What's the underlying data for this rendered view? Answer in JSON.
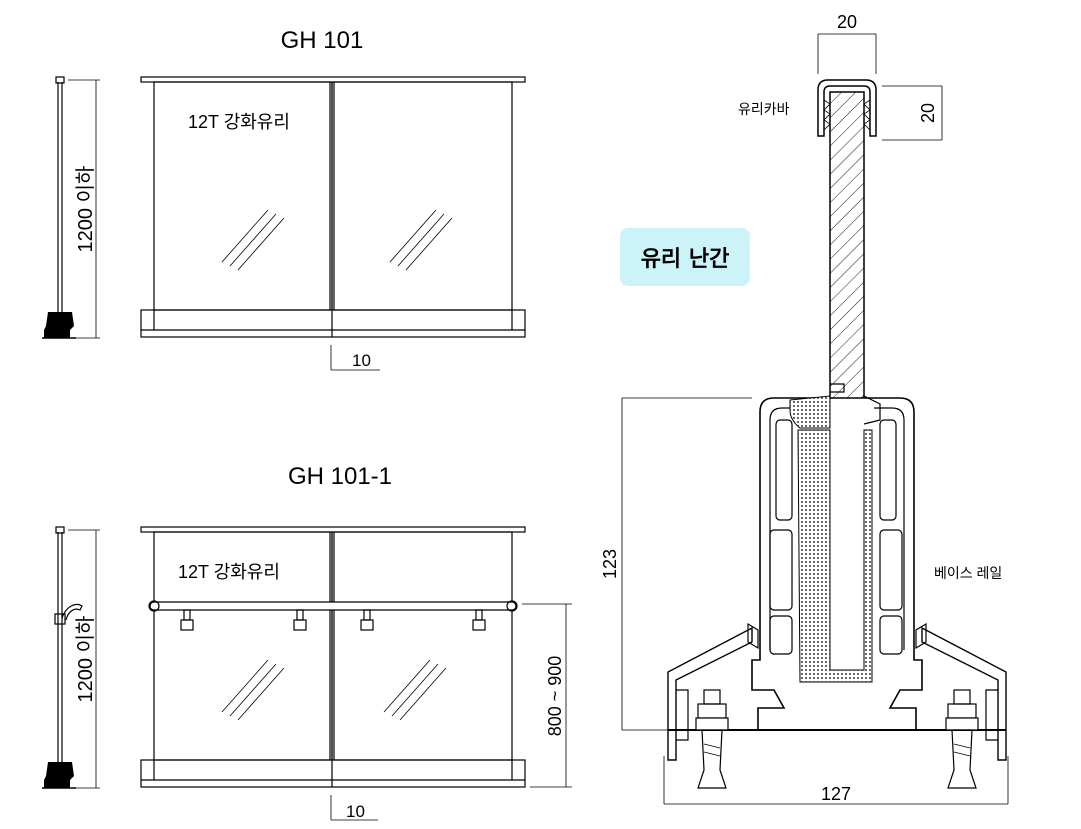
{
  "views": {
    "top": {
      "title": "GH 101",
      "glass_label": "12T 강화유리",
      "height_dim": "1200 이하",
      "gap_dim": "10"
    },
    "bottom": {
      "title": "GH 101-1",
      "glass_label": "12T 강화유리",
      "height_dim": "1200 이하",
      "handrail_dim": "800 ~ 900",
      "gap_dim": "10"
    }
  },
  "section": {
    "badge": "유리 난간",
    "cover_label": "유리카바",
    "rail_label": "베이스 레일",
    "cover_width": "20",
    "cover_height": "20",
    "rail_height": "123",
    "rail_width": "127"
  }
}
